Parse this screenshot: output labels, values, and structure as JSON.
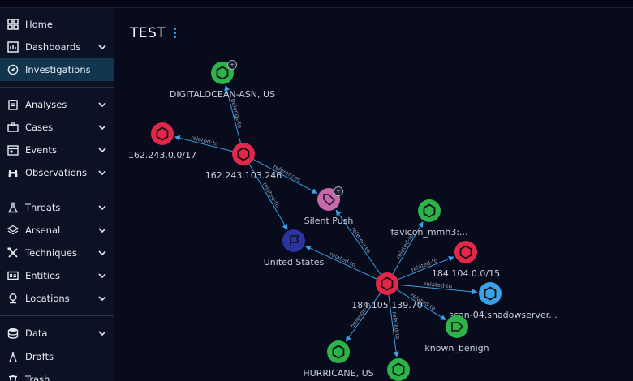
{
  "sidebar": {
    "items": [
      {
        "label": "Home",
        "icon": "grid-icon",
        "expandable": false
      },
      {
        "label": "Dashboards",
        "icon": "dashboard-icon",
        "expandable": true
      },
      {
        "label": "Investigations",
        "icon": "compass-icon",
        "expandable": false,
        "active": true
      },
      {
        "label": "Analyses",
        "icon": "clipboard-icon",
        "expandable": true
      },
      {
        "label": "Cases",
        "icon": "briefcase-icon",
        "expandable": true
      },
      {
        "label": "Events",
        "icon": "calendar-icon",
        "expandable": true
      },
      {
        "label": "Observations",
        "icon": "binoculars-icon",
        "expandable": true
      },
      {
        "label": "Threats",
        "icon": "flask-icon",
        "expandable": true
      },
      {
        "label": "Arsenal",
        "icon": "layers-icon",
        "expandable": true
      },
      {
        "label": "Techniques",
        "icon": "tools-icon",
        "expandable": true
      },
      {
        "label": "Entities",
        "icon": "id-card-icon",
        "expandable": true
      },
      {
        "label": "Locations",
        "icon": "map-pin-icon",
        "expandable": true
      },
      {
        "label": "Data",
        "icon": "database-icon",
        "expandable": true
      },
      {
        "label": "Drafts",
        "icon": "compass-draw-icon",
        "expandable": false
      },
      {
        "label": "Trash",
        "icon": "trash-icon",
        "expandable": false
      }
    ]
  },
  "main": {
    "title": "TEST",
    "menu_icon": "kebab-icon"
  },
  "graph": {
    "nodes": [
      {
        "id": "asn_do",
        "label": "DIGITALOCEAN-ASN, US",
        "kind": "autonomous-system",
        "color": "#2eb24a",
        "badge": true
      },
      {
        "id": "net1",
        "label": "162.243.0.0/17",
        "kind": "ipv4-address",
        "color": "#e3264a"
      },
      {
        "id": "ip1",
        "label": "162.243.103.246",
        "kind": "ipv4-address",
        "color": "#e3264a"
      },
      {
        "id": "silent",
        "label": "Silent Push",
        "kind": "label",
        "color": "#c86aa8",
        "badge": true
      },
      {
        "id": "us",
        "label": "United States",
        "kind": "country",
        "color": "#2a34a0"
      },
      {
        "id": "fav",
        "label": "favicon_mmh3:...",
        "kind": "hash",
        "color": "#2eb24a"
      },
      {
        "id": "net2",
        "label": "184.104.0.0/15",
        "kind": "ipv4-address",
        "color": "#e3264a"
      },
      {
        "id": "ip2",
        "label": "184.105.139.70",
        "kind": "ipv4-address",
        "color": "#e3264a"
      },
      {
        "id": "scan",
        "label": "scan-04.shadowserver...",
        "kind": "domain",
        "color": "#3aa0e8"
      },
      {
        "id": "kb",
        "label": "known_benign",
        "kind": "tag",
        "color": "#2eb24a"
      },
      {
        "id": "hurr",
        "label": "HURRICANE, US",
        "kind": "autonomous-system",
        "color": "#2eb24a"
      },
      {
        "id": "bot",
        "label": "",
        "kind": "autonomous-system",
        "color": "#2eb24a"
      }
    ],
    "edges": [
      {
        "from": "ip1",
        "to": "asn_do",
        "label": "belongs-to"
      },
      {
        "from": "ip1",
        "to": "net1",
        "label": "related-to"
      },
      {
        "from": "ip1",
        "to": "silent",
        "label": "references"
      },
      {
        "from": "ip1",
        "to": "us",
        "label": "related-to"
      },
      {
        "from": "ip2",
        "to": "us",
        "label": "related-to"
      },
      {
        "from": "ip2",
        "to": "silent",
        "label": "references"
      },
      {
        "from": "ip2",
        "to": "fav",
        "label": "related-to"
      },
      {
        "from": "ip2",
        "to": "net2",
        "label": "related-to"
      },
      {
        "from": "ip2",
        "to": "scan",
        "label": "related-to"
      },
      {
        "from": "ip2",
        "to": "kb",
        "label": "related-to"
      },
      {
        "from": "ip2",
        "to": "hurr",
        "label": "belongs-to"
      },
      {
        "from": "ip2",
        "to": "bot",
        "label": "related-to"
      }
    ]
  }
}
